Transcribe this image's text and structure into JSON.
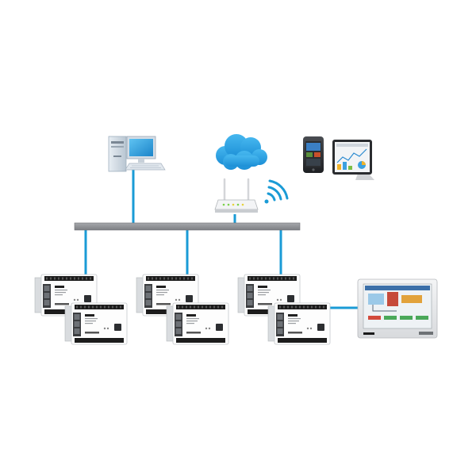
{
  "diagram": {
    "colors": {
      "link": "#1a9bd6",
      "bus": "#8e9094",
      "cloud": "#2aa6e6",
      "wifi": "#1a9bd6",
      "device_body": "#ffffff",
      "device_dark": "#2f3133",
      "terminal": "#1c1c1c",
      "panel_frame": "#e9eaec"
    },
    "nodes": [
      {
        "id": "computer",
        "icon": "desktop-computer-icon"
      },
      {
        "id": "cloud",
        "icon": "cloud-icon"
      },
      {
        "id": "router",
        "icon": "wifi-router-icon"
      },
      {
        "id": "wifi",
        "icon": "wifi-signal-icon"
      },
      {
        "id": "smartphone",
        "icon": "smartphone-icon"
      },
      {
        "id": "tablet",
        "icon": "tablet-icon"
      },
      {
        "id": "plc-group-1",
        "icon": "plc-controller-icon",
        "units": 2
      },
      {
        "id": "plc-group-2",
        "icon": "plc-controller-icon",
        "units": 2
      },
      {
        "id": "plc-group-3",
        "icon": "plc-controller-icon",
        "units": 2
      },
      {
        "id": "hmi-panel",
        "icon": "touch-panel-icon"
      }
    ],
    "links": [
      {
        "from": "computer",
        "to": "ethernet-bus"
      },
      {
        "from": "router",
        "to": "ethernet-bus"
      },
      {
        "from": "ethernet-bus",
        "to": "plc-group-1"
      },
      {
        "from": "ethernet-bus",
        "to": "plc-group-2"
      },
      {
        "from": "ethernet-bus",
        "to": "plc-group-3"
      },
      {
        "from": "plc-group-3",
        "to": "hmi-panel"
      }
    ]
  }
}
